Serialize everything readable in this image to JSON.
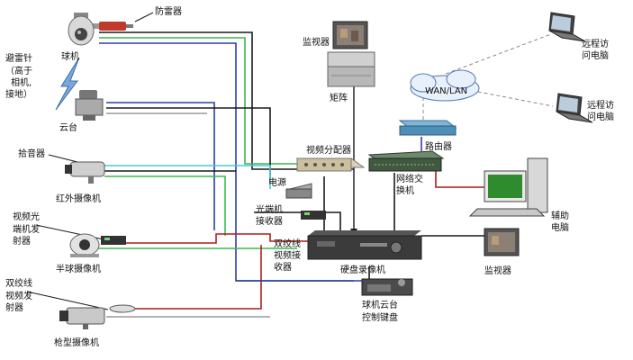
{
  "labels": {
    "surge_protector": "防雷器",
    "dome_camera": "球机",
    "lightning_rod_l1": "避雷针",
    "lightning_rod_l2": "（高于",
    "lightning_rod_l3": "相机,",
    "lightning_rod_l4": "接地）",
    "pan_tilt": "云台",
    "pickup": "拾音器",
    "ir_camera": "红外摄像机",
    "fiber_tx_l1": "视频光",
    "fiber_tx_l2": "端机发",
    "fiber_tx_l3": "射器",
    "half_dome": "半球摄像机",
    "twisted_tx_l1": "双绞线",
    "twisted_tx_l2": "视频发",
    "twisted_tx_l3": "射器",
    "bullet_camera": "枪型摄像机",
    "monitor_top": "监视器",
    "matrix": "矩阵",
    "video_splitter": "视频分配器",
    "power": "电源",
    "fiber_rx_l1": "光端机",
    "fiber_rx_l2": "接收器",
    "twisted_rx_l1": "双绞线",
    "twisted_rx_l2": "视频接",
    "twisted_rx_l3": "收器",
    "dvr": "硬盘录像机",
    "keyboard_l1": "球机云台",
    "keyboard_l2": "控制键盘",
    "wan": "WAN/LAN",
    "router": "路由器",
    "switch_l1": "网络交",
    "switch_l2": "换机",
    "remote_pc1_l1": "远程访",
    "remote_pc1_l2": "问电脑",
    "remote_pc2_l1": "远程访",
    "remote_pc2_l2": "问电脑",
    "aux_pc_l1": "辅助",
    "aux_pc_l2": "电脑",
    "monitor_right": "监视器"
  },
  "colors": {
    "black": "#1a1a1a",
    "blue": "#2b3fa8",
    "green": "#3cb84a",
    "cyan": "#4fc7d8",
    "red": "#b01c1c",
    "gray": "#9a9a9a"
  }
}
